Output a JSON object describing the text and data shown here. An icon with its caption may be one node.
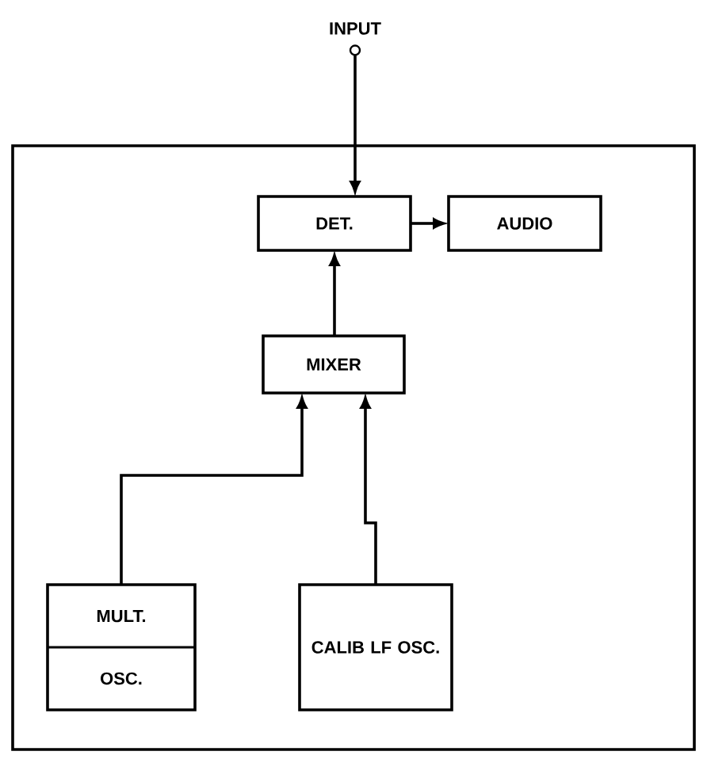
{
  "diagram": {
    "nodes": [
      {
        "text": [],
        "shape": "box"
      },
      {
        "text": [
          "INPUT"
        ]
      },
      {
        "text": [
          "DET."
        ],
        "in": 0
      },
      {
        "text": [
          "AUDIO"
        ],
        "in": 0
      },
      {
        "text": [
          "MIXER"
        ],
        "in": 0
      },
      {
        "text": [
          "MULT.",
          "OSC."
        ],
        "in": 0
      },
      {
        "text": [
          "CALIB LF OSC."
        ],
        "in": 0
      }
    ],
    "edges": [
      {
        "from": 1,
        "to": 2,
        "arrow": "to"
      },
      {
        "from": 2,
        "to": 3,
        "arrow": "to"
      },
      {
        "from": 4,
        "to": 2,
        "arrow": "to"
      },
      {
        "from": 5,
        "to": 4,
        "arrow": "to"
      },
      {
        "from": 6,
        "to": 4,
        "arrow": "to"
      }
    ]
  }
}
